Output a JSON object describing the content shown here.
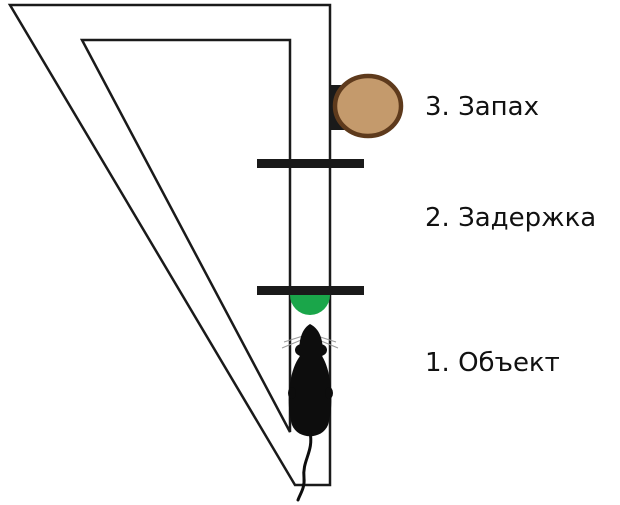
{
  "labels": {
    "odor": "3. Запах",
    "delay": "2. Задержка",
    "object": "1. Объект"
  },
  "colors": {
    "maze_stroke": "#1a1a1a",
    "maze_fill": "#ffffff",
    "barrier": "#1a1a1a",
    "object_green": "#1aa64a",
    "odor_wood": "#c49a6c",
    "odor_rim": "#5e3a1c",
    "odor_holder": "#1a1a1a",
    "mouse": "#0d0d0d",
    "whiskers": "#9a9a9a"
  },
  "icons": {
    "mouse": "mouse-icon",
    "odor_source": "wood-disc-icon",
    "object": "green-object-icon"
  }
}
